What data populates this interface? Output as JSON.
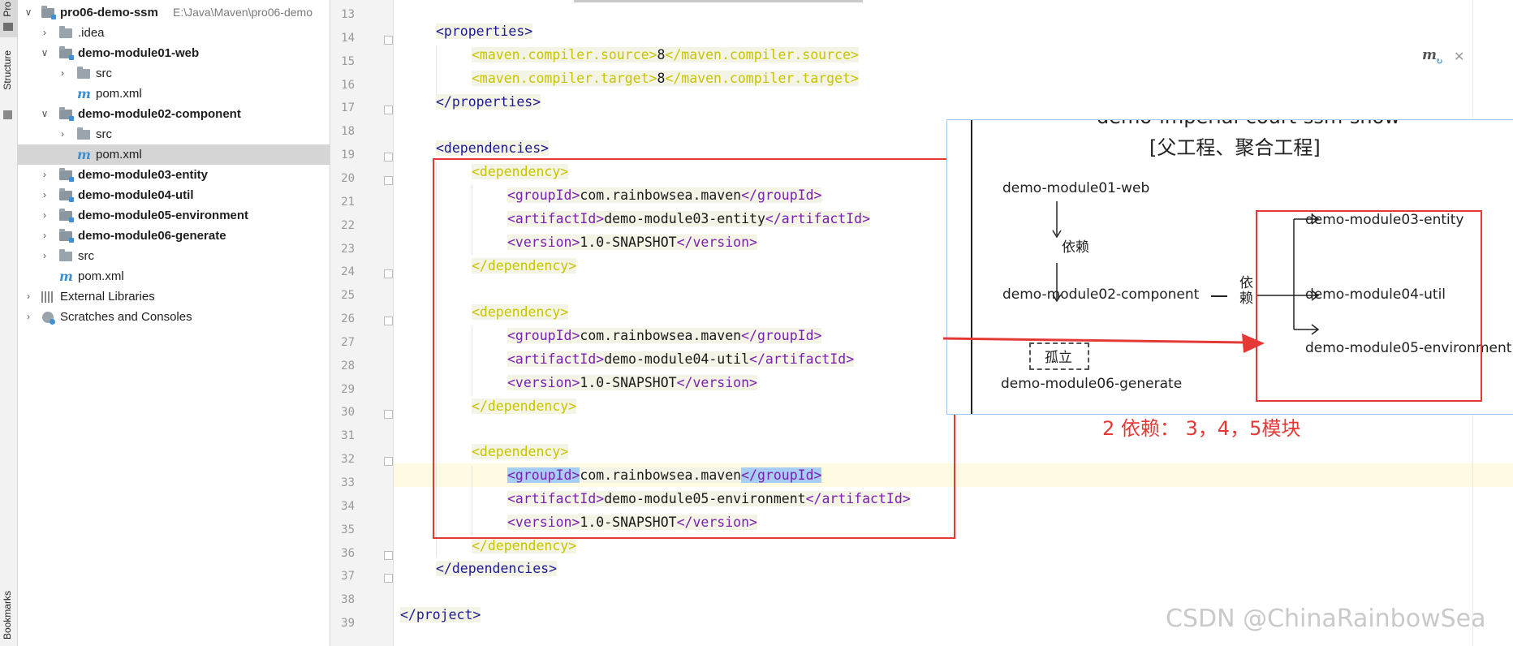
{
  "side_strip": {
    "project_tab": "Pro",
    "structure_tab": "Structure",
    "bookmarks_tab": "Bookmarks"
  },
  "tree": {
    "root": {
      "name": "pro06-demo-ssm",
      "path": "E:\\Java\\Maven\\pro06-demo"
    },
    "idea": ".idea",
    "m01": "demo-module01-web",
    "m01_src": "src",
    "m01_pom": "pom.xml",
    "m02": "demo-module02-component",
    "m02_src": "src",
    "m02_pom": "pom.xml",
    "m03": "demo-module03-entity",
    "m04": "demo-module04-util",
    "m05": "demo-module05-environment",
    "m06": "demo-module06-generate",
    "root_src": "src",
    "root_pom": "pom.xml",
    "ext_libs": "External Libraries",
    "scratches": "Scratches and Consoles"
  },
  "editor": {
    "line_numbers": [
      "13",
      "14",
      "15",
      "16",
      "17",
      "18",
      "19",
      "20",
      "21",
      "22",
      "23",
      "24",
      "25",
      "26",
      "27",
      "28",
      "29",
      "30",
      "31",
      "32",
      "33",
      "34",
      "35",
      "36",
      "37",
      "38",
      "39"
    ],
    "group_id": "com.rainbowsea.maven",
    "version": "1.0-SNAPSHOT",
    "java_version": "8",
    "artifact_03": "demo-module03-entity",
    "artifact_04": "demo-module04-util",
    "artifact_05": "demo-module05-environment",
    "tags": {
      "properties_open": "<properties>",
      "properties_close": "</properties>",
      "source_open": "<maven.compiler.source>",
      "source_close": "</maven.compiler.source>",
      "target_open": "<maven.compiler.target>",
      "target_close": "</maven.compiler.target>",
      "deps_open": "<dependencies>",
      "deps_close": "</dependencies>",
      "dep_open": "<dependency>",
      "dep_close": "</dependency>",
      "gid_open": "<groupId>",
      "gid_close": "</groupId>",
      "aid_open": "<artifactId>",
      "aid_close": "</artifactId>",
      "ver_open": "<version>",
      "ver_close": "</version>",
      "project_close": "</project>"
    }
  },
  "diagram": {
    "title_line1": "demo-imperial-court-ssm-show",
    "title_line2": "[父工程、聚合工程]",
    "module01": "demo-module01-web",
    "depends": "依赖",
    "module02": "demo-module02-component",
    "depends_vertical_1": "依",
    "depends_vertical_2": "赖",
    "module03": "demo-module03-entity",
    "module04": "demo-module04-util",
    "module05": "demo-module05-environment",
    "isolated": "孤立",
    "module06": "demo-module06-generate"
  },
  "annotation": "2 依赖： 3，4，5模块",
  "watermark": "CSDN @ChinaRainbowSea",
  "colors": {
    "tag_purple": "#7a1fb0",
    "tag_yellow": "#c7c400",
    "tag_blue": "#1b1b8f",
    "annotation_red": "#e53935"
  }
}
